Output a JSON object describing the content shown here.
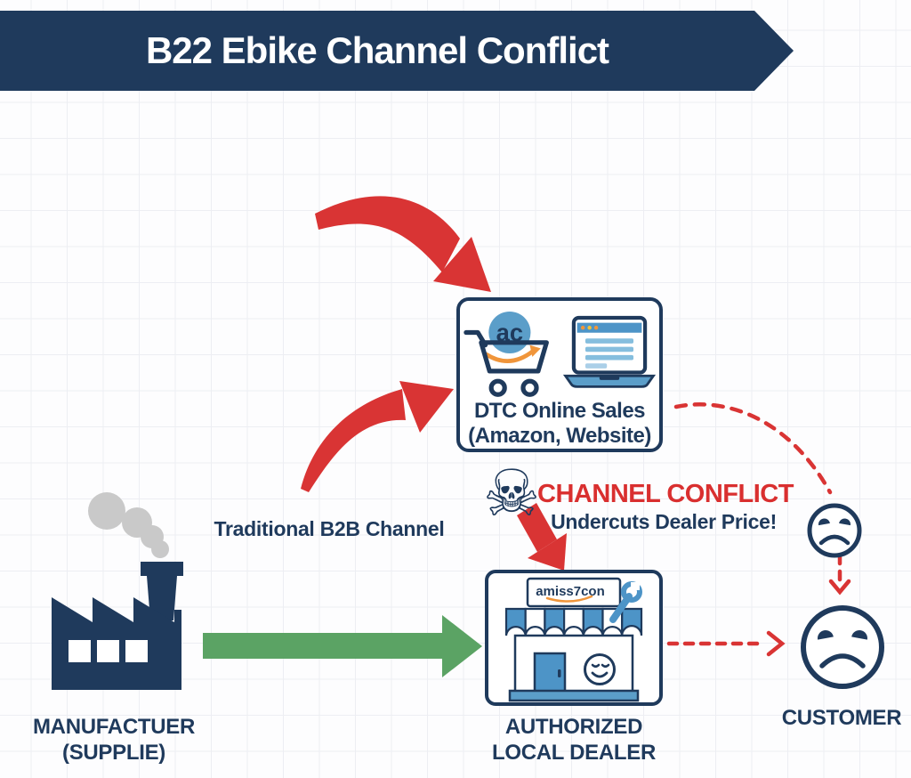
{
  "banner": {
    "title": "B22 Ebike Channel Conflict",
    "bg_color": "#1f3a5c",
    "text_color": "#ffffff"
  },
  "dtc_box": {
    "line1": "DTC Online Sales",
    "line2": "(Amazon, Website)",
    "cart_badge": "ac"
  },
  "conflict": {
    "title": "CHANNEL CONFLICT",
    "subtitle": "Undercuts Dealer Price!",
    "title_color": "#d92f2f"
  },
  "b2b_channel": {
    "label": "Traditional B2B Channel"
  },
  "manufacturer": {
    "line1": "MANUFACTUER",
    "line2": "(SUPPLIE)"
  },
  "dealer": {
    "line1": "AUTHORIZED",
    "line2": "LOCAL DEALER",
    "sign_text": "amiss7con"
  },
  "customer": {
    "label": "CUSTOMER"
  },
  "icons": {
    "skull": "☠"
  },
  "colors": {
    "navy": "#1f3a5c",
    "red": "#d93434",
    "green": "#5ba364",
    "blue": "#4d94c7",
    "blue_light": "#5b9ec9",
    "orange": "#f0953a",
    "smoke_gray": "#c9c9c9",
    "grid_line": "#edeef3"
  }
}
